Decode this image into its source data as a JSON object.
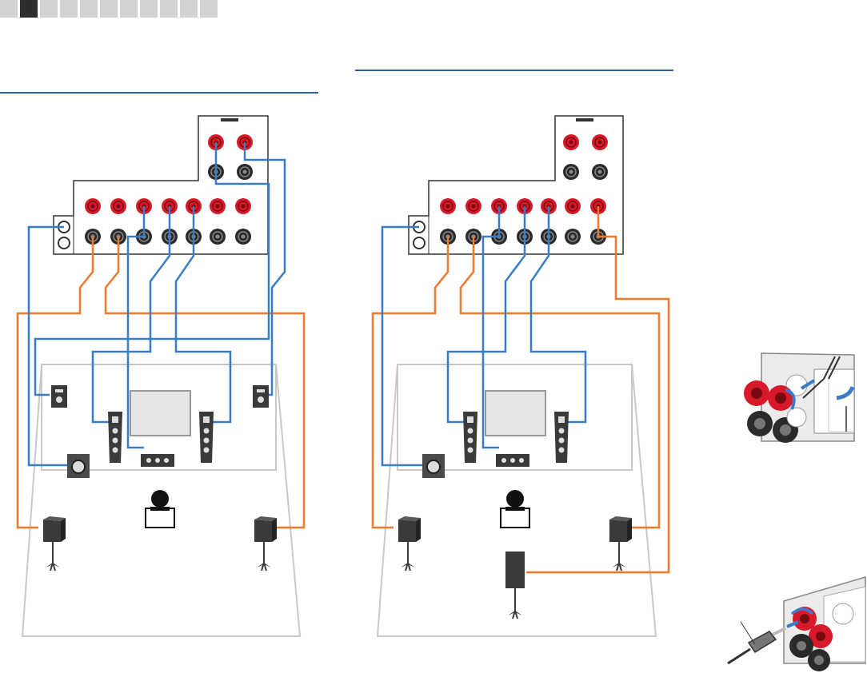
{
  "header": {
    "tab_count": 11,
    "active_tab_index": 1
  },
  "colors": {
    "page_tab_active": "#2d2d2d",
    "page_tab_inactive": "#d2d2d2",
    "section_rule": "#2f5fa8",
    "front_cable": "#3a7cc8",
    "surround_cable": "#f07a2c",
    "terminal_red": "#d8192a",
    "terminal_black": "#2a2a2a",
    "room_outline": "#c8c8c8"
  },
  "diagrams": [
    {
      "id": "left-layout",
      "surround_back_speaker": false
    },
    {
      "id": "right-layout",
      "surround_back_speaker": true
    }
  ],
  "detail_illustrations": [
    {
      "id": "bare-wire-connection",
      "icon": "speaker-terminal-bare-wire-icon"
    },
    {
      "id": "banana-plug-connection",
      "icon": "banana-plug-icon"
    }
  ]
}
